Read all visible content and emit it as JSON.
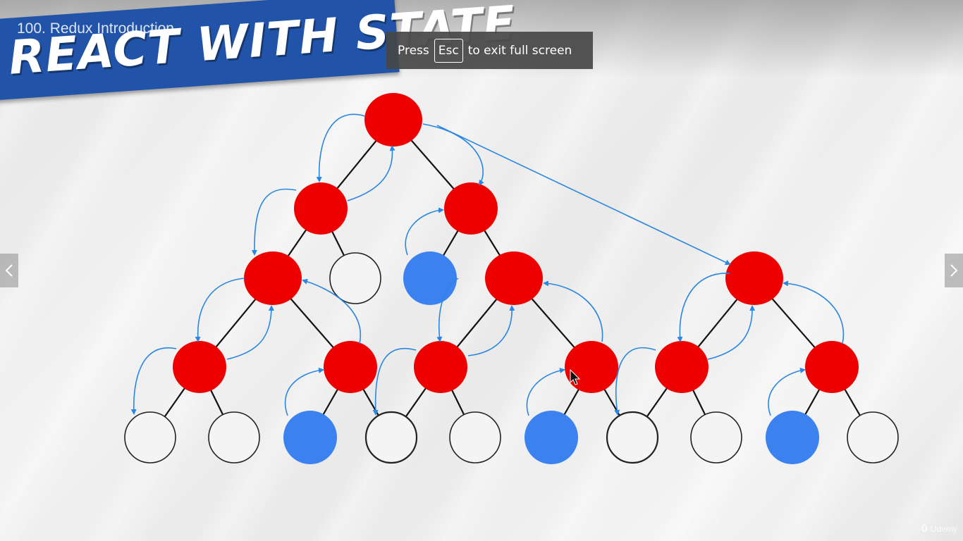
{
  "lecture": {
    "title": "100. Redux Introduction"
  },
  "banner": {
    "text": "REACT WITH STATE"
  },
  "fullscreen_toast": {
    "press": "Press",
    "key": "Esc",
    "rest": "to exit full screen"
  },
  "navigation": {
    "prev_icon": "chevron-left-icon",
    "next_icon": "chevron-right-icon"
  },
  "watermark": {
    "brand": "Udemy"
  },
  "colors": {
    "state_node": "#ee0000",
    "store_node": "#3b82f0",
    "empty_node_fill": "#f4f4f4",
    "empty_node_stroke": "#222222",
    "edge": "#111111",
    "arrow": "#2a86e0",
    "banner": "#2153a8"
  }
}
